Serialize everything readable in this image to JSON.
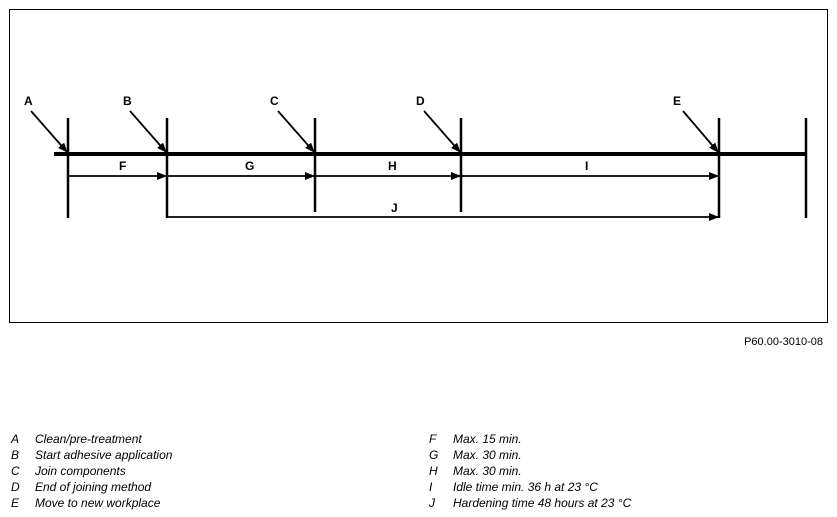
{
  "figure": {
    "reference": "P60.00-3010-08",
    "markers": [
      "A",
      "B",
      "C",
      "D",
      "E"
    ],
    "intervals": [
      "F",
      "G",
      "H",
      "I",
      "J"
    ]
  },
  "legend": {
    "left": [
      {
        "key": "A",
        "text": "Clean/pre-treatment"
      },
      {
        "key": "B",
        "text": "Start adhesive application"
      },
      {
        "key": "C",
        "text": "Join components"
      },
      {
        "key": "D",
        "text": "End of joining method"
      },
      {
        "key": "E",
        "text": "Move to new workplace"
      }
    ],
    "right": [
      {
        "key": "F",
        "text": "Max. 15 min."
      },
      {
        "key": "G",
        "text": "Max. 30 min."
      },
      {
        "key": "H",
        "text": "Max. 30 min."
      },
      {
        "key": "I",
        "text": "Idle time min. 36 h at 23 °C"
      },
      {
        "key": "J",
        "text": "Hardening time 48 hours at 23 °C"
      }
    ]
  }
}
